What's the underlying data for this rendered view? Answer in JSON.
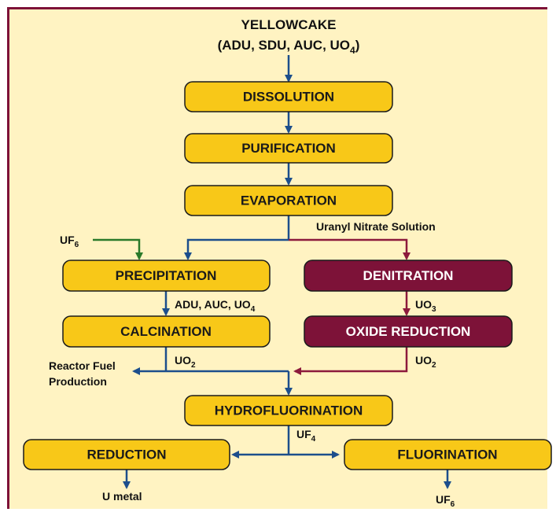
{
  "title": {
    "line1": "YELLOWCAKE",
    "line2_prefix": "(ADU, SDU, AUC, UO",
    "line2_sub": "4",
    "line2_suffix": ")"
  },
  "colors": {
    "yellow_box": "#f8c818",
    "maroon_box": "#7d1238",
    "blue_arrow": "#1c4e8c",
    "maroon_arrow": "#8c1a3c",
    "green_arrow": "#2a7a2a",
    "background": "#fff3c2"
  },
  "nodes": {
    "dissolution": "DISSOLUTION",
    "purification": "PURIFICATION",
    "evaporation": "EVAPORATION",
    "precipitation": "PRECIPITATION",
    "denitration": "DENITRATION",
    "calcination": "CALCINATION",
    "oxide_reduction": "OXIDE REDUCTION",
    "hydrofluorination": "HYDROFLUORINATION",
    "reduction": "REDUCTION",
    "fluorination": "FLUORINATION"
  },
  "labels": {
    "uranyl_nitrate": "Uranyl Nitrate Solution",
    "uf6_input": {
      "base": "UF",
      "sub": "6"
    },
    "adu_auc": {
      "base": "ADU, AUC, UO",
      "sub": "4"
    },
    "uo3": {
      "base": "UO",
      "sub": "3"
    },
    "uo2_left": {
      "base": "UO",
      "sub": "2"
    },
    "uo2_right": {
      "base": "UO",
      "sub": "2"
    },
    "reactor_fuel_line1": "Reactor Fuel",
    "reactor_fuel_line2": "Production",
    "uf4": {
      "base": "UF",
      "sub": "4"
    },
    "u_metal": "U metal",
    "uf6_output": {
      "base": "UF",
      "sub": "6"
    }
  }
}
